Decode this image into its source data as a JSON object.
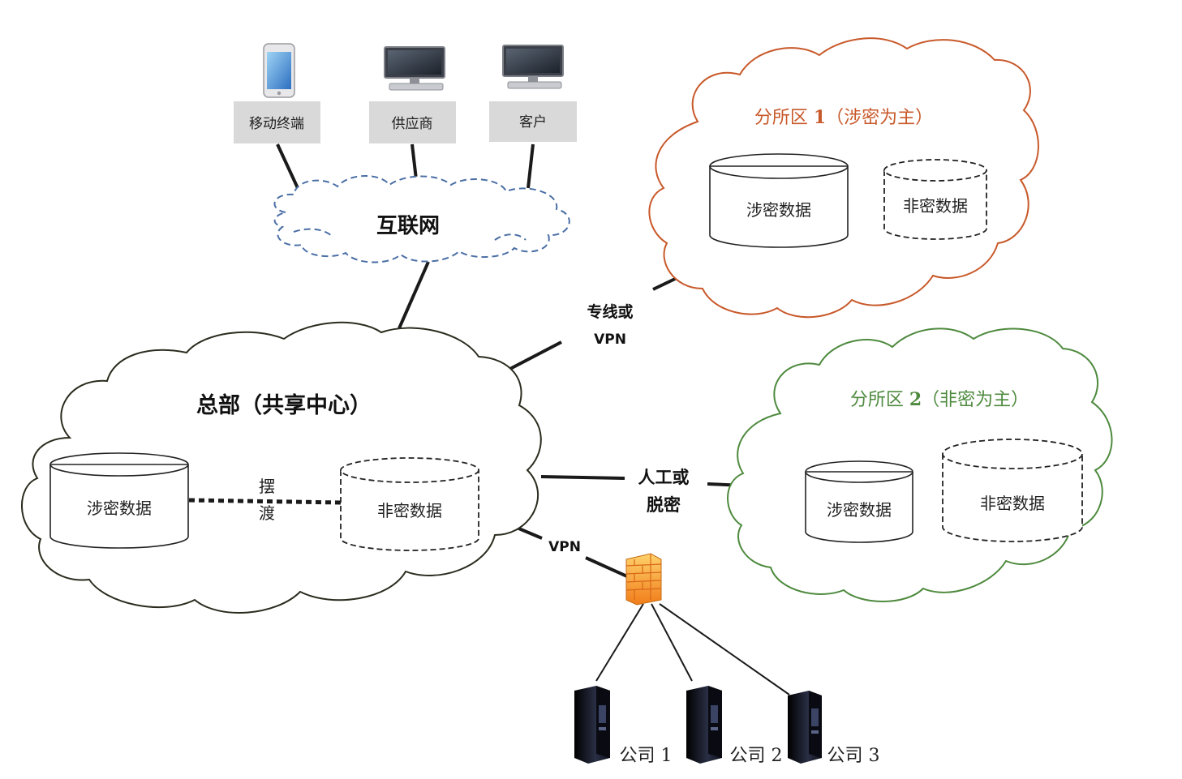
{
  "devices": {
    "mobile": "移动终端",
    "supplier": "供应商",
    "customer": "客户"
  },
  "internet": "互联网",
  "headquarters": {
    "title": "总部（共享中心）",
    "classified": "涉密数据",
    "unclassified": "非密数据",
    "ferry": [
      "摆",
      "渡"
    ]
  },
  "branch1": {
    "title_prefix": "分所区 ",
    "title_num": "1",
    "title_suffix": "（涉密为主）",
    "classified": "涉密数据",
    "unclassified": "非密数据"
  },
  "branch2": {
    "title_prefix": "分所区 ",
    "title_num": "2",
    "title_suffix": "（非密为主）",
    "classified": "涉密数据",
    "unclassified": "非密数据"
  },
  "links": {
    "dedicated": [
      "专线或",
      "VPN"
    ],
    "manual": [
      "人工或",
      "脱密"
    ],
    "vpn": "VPN"
  },
  "companies": [
    "公司 1",
    "公司 2",
    "公司 3"
  ],
  "colors": {
    "branch1": "#c8592a",
    "branch2": "#4e8a3e",
    "internet_border": "#4a6fa5",
    "device_box": "#d9d9d9",
    "hq_border": "#2b2b1e",
    "firewall": "#f5a623"
  }
}
